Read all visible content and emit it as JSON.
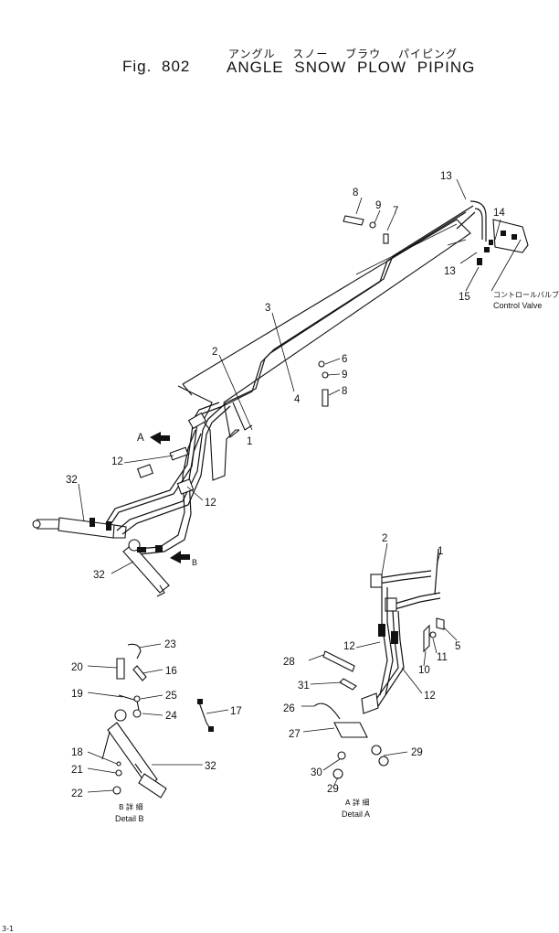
{
  "title": {
    "fig_label": "Fig.",
    "fig_number": "802",
    "japanese": "アングル スノー ブラウ パイピング",
    "english": "ANGLE SNOW PLOW PIPING"
  },
  "control_valve": {
    "japanese": "コントロールバルブ",
    "english": "Control Valve"
  },
  "views": {
    "a_arrow": "A",
    "b_arrow": "B",
    "detail_b_jp": "B 詳 細",
    "detail_b": "Detail B",
    "detail_a_jp": "A 詳 細",
    "detail_a": "Detail A"
  },
  "callouts": {
    "main": [
      "13",
      "8",
      "9",
      "7",
      "14",
      "13",
      "15",
      "3",
      "6",
      "9",
      "4",
      "8",
      "2",
      "1",
      "12",
      "12",
      "32",
      "32"
    ],
    "detail_b": [
      "23",
      "20",
      "16",
      "19",
      "25",
      "24",
      "17",
      "18",
      "21",
      "32",
      "22"
    ],
    "detail_a": [
      "2",
      "1",
      "5",
      "11",
      "10",
      "12",
      "28",
      "31",
      "12",
      "26",
      "27",
      "29",
      "30",
      "29"
    ]
  },
  "corner_mark": "3-1"
}
